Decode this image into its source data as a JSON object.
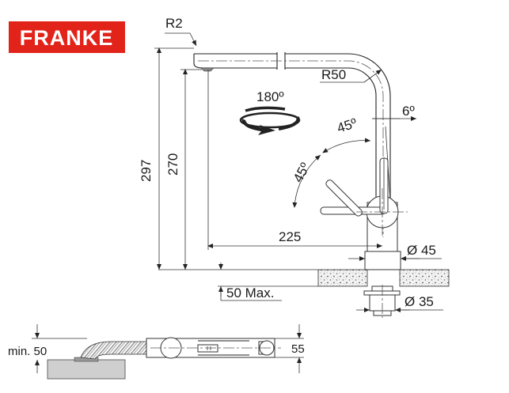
{
  "brand": {
    "name": "FRANKE",
    "color": "#e2231a"
  },
  "dimensions": {
    "radius_tip": "R2",
    "height_total": "297",
    "height_spout": "270",
    "rotation": "180º",
    "radius_bend": "R50",
    "angle_tilt": "6º",
    "angle_upper": "45º",
    "angle_lower": "45º",
    "reach": "225",
    "base_diameter": "Ø 45",
    "hole_diameter": "Ø 35",
    "max_thickness": "50 Max.",
    "min_clearance": "min. 50",
    "width_top": "55"
  },
  "icons": {
    "rotation": "rotate-arrow-icon"
  }
}
